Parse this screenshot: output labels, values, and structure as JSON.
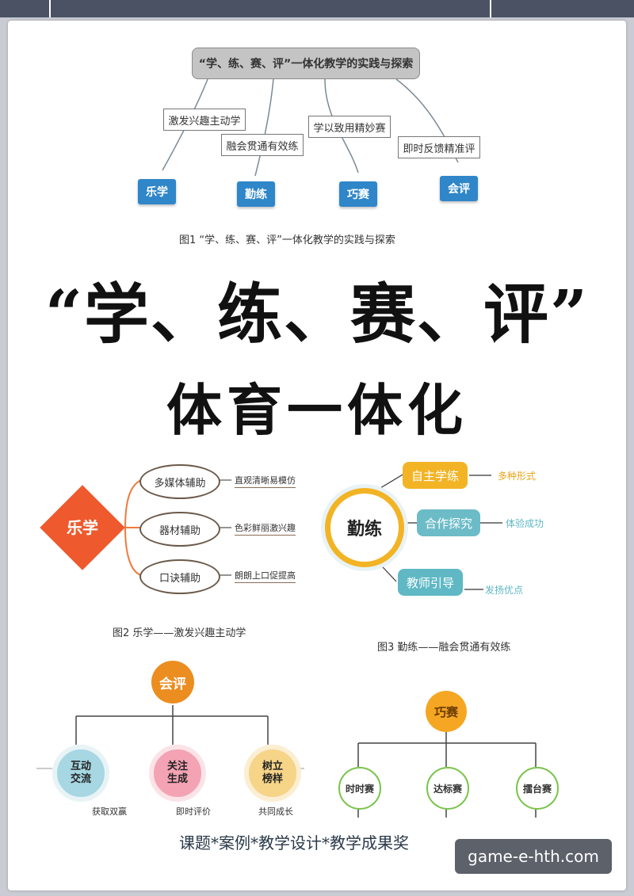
{
  "fig1": {
    "title": "“学、练、赛、评”一体化教学的实践与探索",
    "branches": [
      "激发兴趣主动学",
      "融会贯通有效练",
      "学以致用精妙赛",
      "即时反馈精准评"
    ],
    "targets": [
      "乐学",
      "勤练",
      "巧赛",
      "会评"
    ],
    "caption": "图1 “学、练、赛、评”一体化教学的实践与探索"
  },
  "headline": {
    "line1": "“学、练、赛、评”",
    "line2": "体育一体化"
  },
  "fig2": {
    "center": "乐学",
    "items": [
      {
        "label": "多媒体辅助",
        "note": "直观清晰易模仿"
      },
      {
        "label": "器材辅助",
        "note": "色彩鲜丽激兴趣"
      },
      {
        "label": "口诀辅助",
        "note": "朗朗上口促提高"
      }
    ],
    "caption": "图2 乐学——激发兴趣主动学"
  },
  "fig3": {
    "center": "勤练",
    "items": [
      {
        "label": "自主学练",
        "note": "多种形式"
      },
      {
        "label": "合作探究",
        "note": "体验成功"
      },
      {
        "label": "教师引导",
        "note": "发扬优点"
      }
    ],
    "caption": "图3 勤练——融会贯通有效练"
  },
  "fig4": {
    "center": "会评",
    "items": [
      {
        "label": "互动\n交流",
        "note": "获取双赢"
      },
      {
        "label": "关注\n生成",
        "note": "即时评价"
      },
      {
        "label": "树立\n榜样",
        "note": "共同成长"
      }
    ]
  },
  "fig5": {
    "center": "巧赛",
    "items": [
      "时时赛",
      "达标赛",
      "擂台赛"
    ]
  },
  "footer": "课题*案例*教学设计*教学成果奖",
  "watermark": "game-e-hth.com",
  "colors": {
    "blue": "#2f86c9",
    "orange": "#ee5a2d",
    "gold": "#f2b425",
    "teal": "#5fb8c4",
    "green": "#7bc34b"
  }
}
